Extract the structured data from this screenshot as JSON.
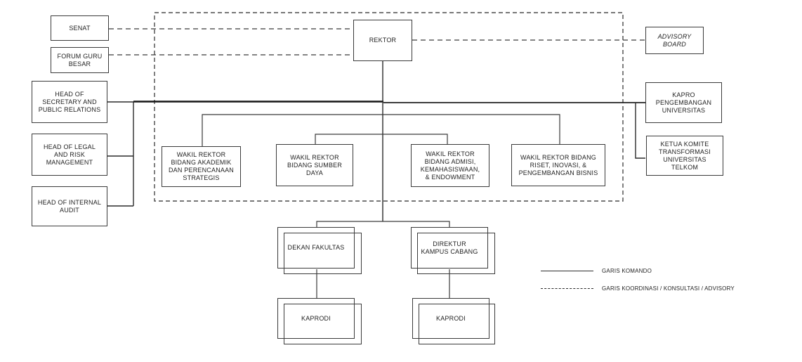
{
  "colors": {
    "background": "#ffffff",
    "box_border": "#3a3a3a",
    "command_line": "#141414",
    "connector_line": "#3a3a3a",
    "text": "#1f1f1f"
  },
  "nodes": {
    "senat": {
      "label": "SENAT"
    },
    "forum_guru_besar": {
      "label": "FORUM GURU\nBESAR"
    },
    "head_secretary": {
      "label": "HEAD OF\nSECRETARY AND\nPUBLIC RELATIONS"
    },
    "head_legal": {
      "label": "HEAD OF LEGAL\nAND RISK\nMANAGEMENT"
    },
    "head_internal_audit": {
      "label": "HEAD OF INTERNAL\nAUDIT"
    },
    "rektor": {
      "label": "REKTOR"
    },
    "advisory_board": {
      "label": "ADVISORY\nBOARD"
    },
    "kapro_pengembangan": {
      "label": "KAPRO\nPENGEMBANGAN\nUNIVERSITAS"
    },
    "ketua_komite": {
      "label": "KETUA KOMITE\nTRANSFORMASI\nUNIVERSITAS\nTELKOM"
    },
    "wr_akademik": {
      "label": "WAKIL REKTOR\nBIDANG AKADEMIK\nDAN PERENCANAAN\nSTRATEGIS"
    },
    "wr_sumber_daya": {
      "label": "WAKIL REKTOR\nBIDANG SUMBER\nDAYA"
    },
    "wr_admisi": {
      "label": "WAKIL REKTOR\nBIDANG ADMISI,\nKEMAHASISWAAN,\n& ENDOWMENT"
    },
    "wr_riset": {
      "label": "WAKIL REKTOR BIDANG\nRISET, INOVASI, &\nPENGEMBANGAN BISNIS"
    },
    "dekan_fakultas": {
      "label": "DEKAN FAKULTAS"
    },
    "direktur_kampus_cabang": {
      "label": "DIREKTUR\nKAMPUS CABANG"
    },
    "kaprodi_left": {
      "label": "KAPRODI"
    },
    "kaprodi_right": {
      "label": "KAPRODI"
    }
  },
  "legend": {
    "command": "GARIS KOMANDO",
    "coordination": "GARIS KOORDINASI / KONSULTASI / ADVISORY"
  }
}
